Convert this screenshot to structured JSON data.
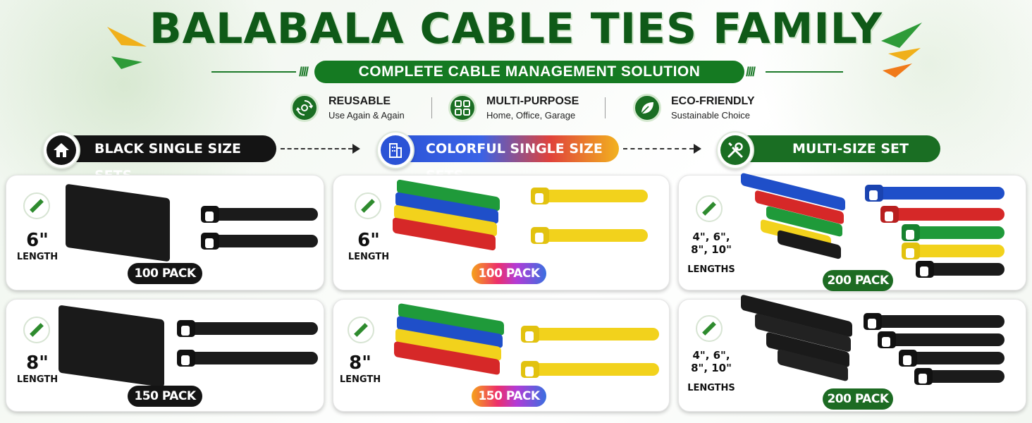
{
  "title": "BALABALA CABLE TIES FAMILY",
  "subtitle": "COMPLETE CABLE MANAGEMENT SOLUTION",
  "features": [
    {
      "title": "REUSABLE",
      "sub": "Use Again & Again",
      "icon": "recycle-icon"
    },
    {
      "title": "MULTI-PURPOSE",
      "sub": "Home, Office, Garage",
      "icon": "grid-icon"
    },
    {
      "title": "ECO-FRIENDLY",
      "sub": "Sustainable Choice",
      "icon": "leaf-icon"
    }
  ],
  "sections": [
    {
      "label": "BLACK SINGLE SIZE SETS",
      "icon": "house-icon"
    },
    {
      "label": "COLORFUL SINGLE SIZE SETS",
      "icon": "building-icon"
    },
    {
      "label": "MULTI-SIZE SET",
      "icon": "tools-icon"
    }
  ],
  "cards": [
    {
      "size": "6\"",
      "size_label": "LENGTH",
      "pack": "100 PACK"
    },
    {
      "size": "8\"",
      "size_label": "LENGTH",
      "pack": "150 PACK"
    },
    {
      "size": "6\"",
      "size_label": "LENGTH",
      "pack": "100 PACK"
    },
    {
      "size": "8\"",
      "size_label": "LENGTH",
      "pack": "150 PACK"
    },
    {
      "size_lines": [
        "4\", 6\",",
        "8\", 10\""
      ],
      "size_label": "LENGTHS",
      "pack": "200 PACK"
    },
    {
      "size_lines": [
        "4\", 6\",",
        "8\", 10\""
      ],
      "size_label": "LENGTHS",
      "pack": "200 PACK"
    }
  ],
  "colors": {
    "brand_green": "#157a22",
    "black": "#141414",
    "blue": "#1f4fc9",
    "red": "#d62828",
    "green": "#1f9a3a",
    "yellow": "#f2d21c"
  }
}
